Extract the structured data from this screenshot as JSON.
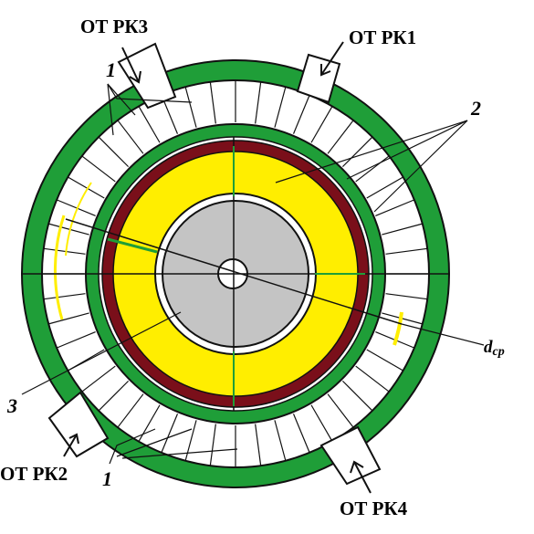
{
  "ports": {
    "pk3": "ОТ РК3",
    "pk1": "ОТ РК1",
    "pk2": "ОТ РК2",
    "pk4": "ОТ РК4"
  },
  "callouts": {
    "blades_top": "1",
    "blades_bottom": "1",
    "yellow_zone": "2",
    "grey_core": "3"
  },
  "diameter": {
    "symbol": "d",
    "subscript": "ср"
  },
  "colors": {
    "casing_green": "#1f9e38",
    "white": "#ffffff",
    "dark_red": "#7a0f1a",
    "yellow": "#ffee00",
    "grey": "#c4c4c4",
    "outline": "#111111"
  }
}
